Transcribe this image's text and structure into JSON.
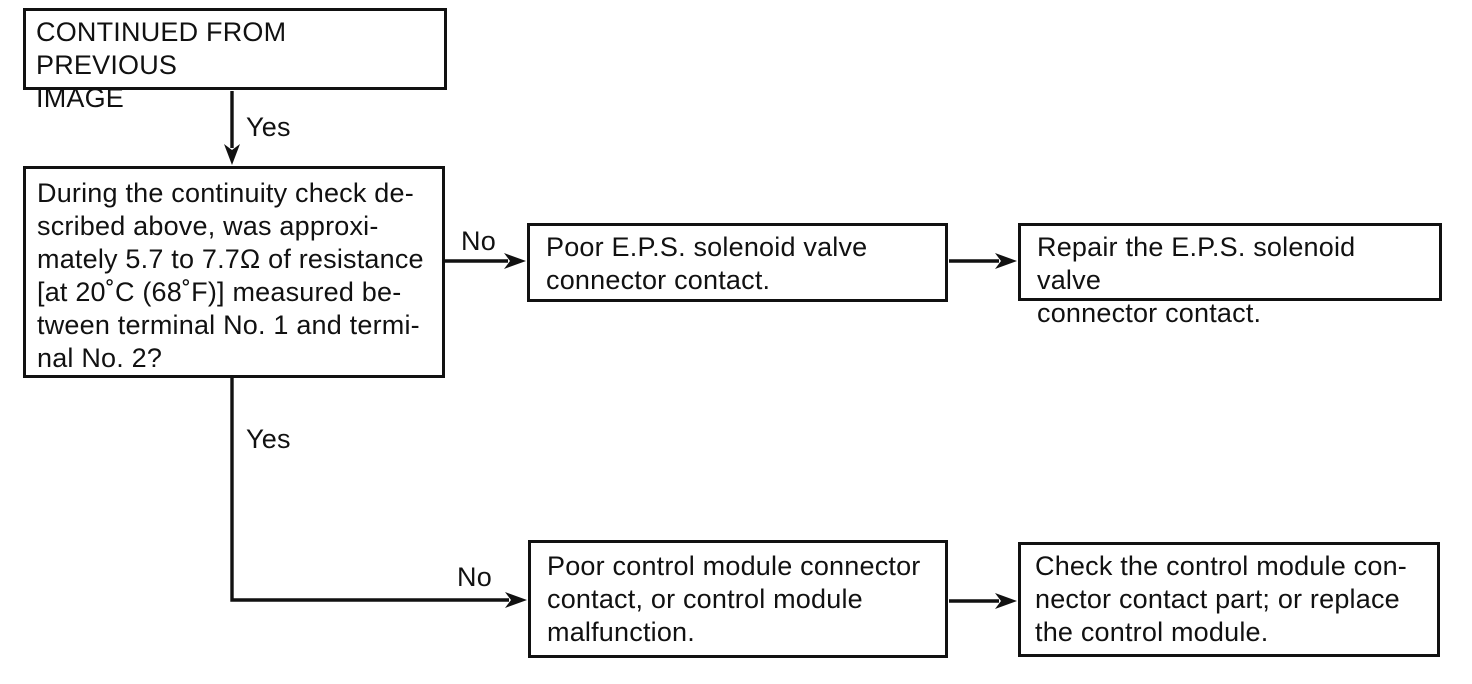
{
  "colors": {
    "ink": "#111111",
    "paper": "#ffffff"
  },
  "flowchart": {
    "nodes": {
      "continued": {
        "text": "CONTINUED FROM PREVIOUS\nIMAGE"
      },
      "question": {
        "text": "During the continuity check de-\nscribed above, was approxi-\nmately 5.7 to 7.7Ω of resistance\n[at 20˚C (68˚F)] measured be-\ntween terminal No. 1 and termi-\nnal No. 2?"
      },
      "poor_solenoid": {
        "text": "Poor E.P.S. solenoid valve\nconnector contact."
      },
      "repair_solenoid": {
        "text": "Repair the E.P.S. solenoid valve\nconnector contact."
      },
      "poor_module": {
        "text": "Poor control module connector\ncontact, or control module\nmalfunction."
      },
      "check_module": {
        "text": "Check the control module con-\nnector contact part; or replace\nthe control module."
      }
    },
    "edge_labels": {
      "yes_top": "Yes",
      "no_top": "No",
      "yes_bottom": "Yes",
      "no_bottom": "No"
    }
  }
}
